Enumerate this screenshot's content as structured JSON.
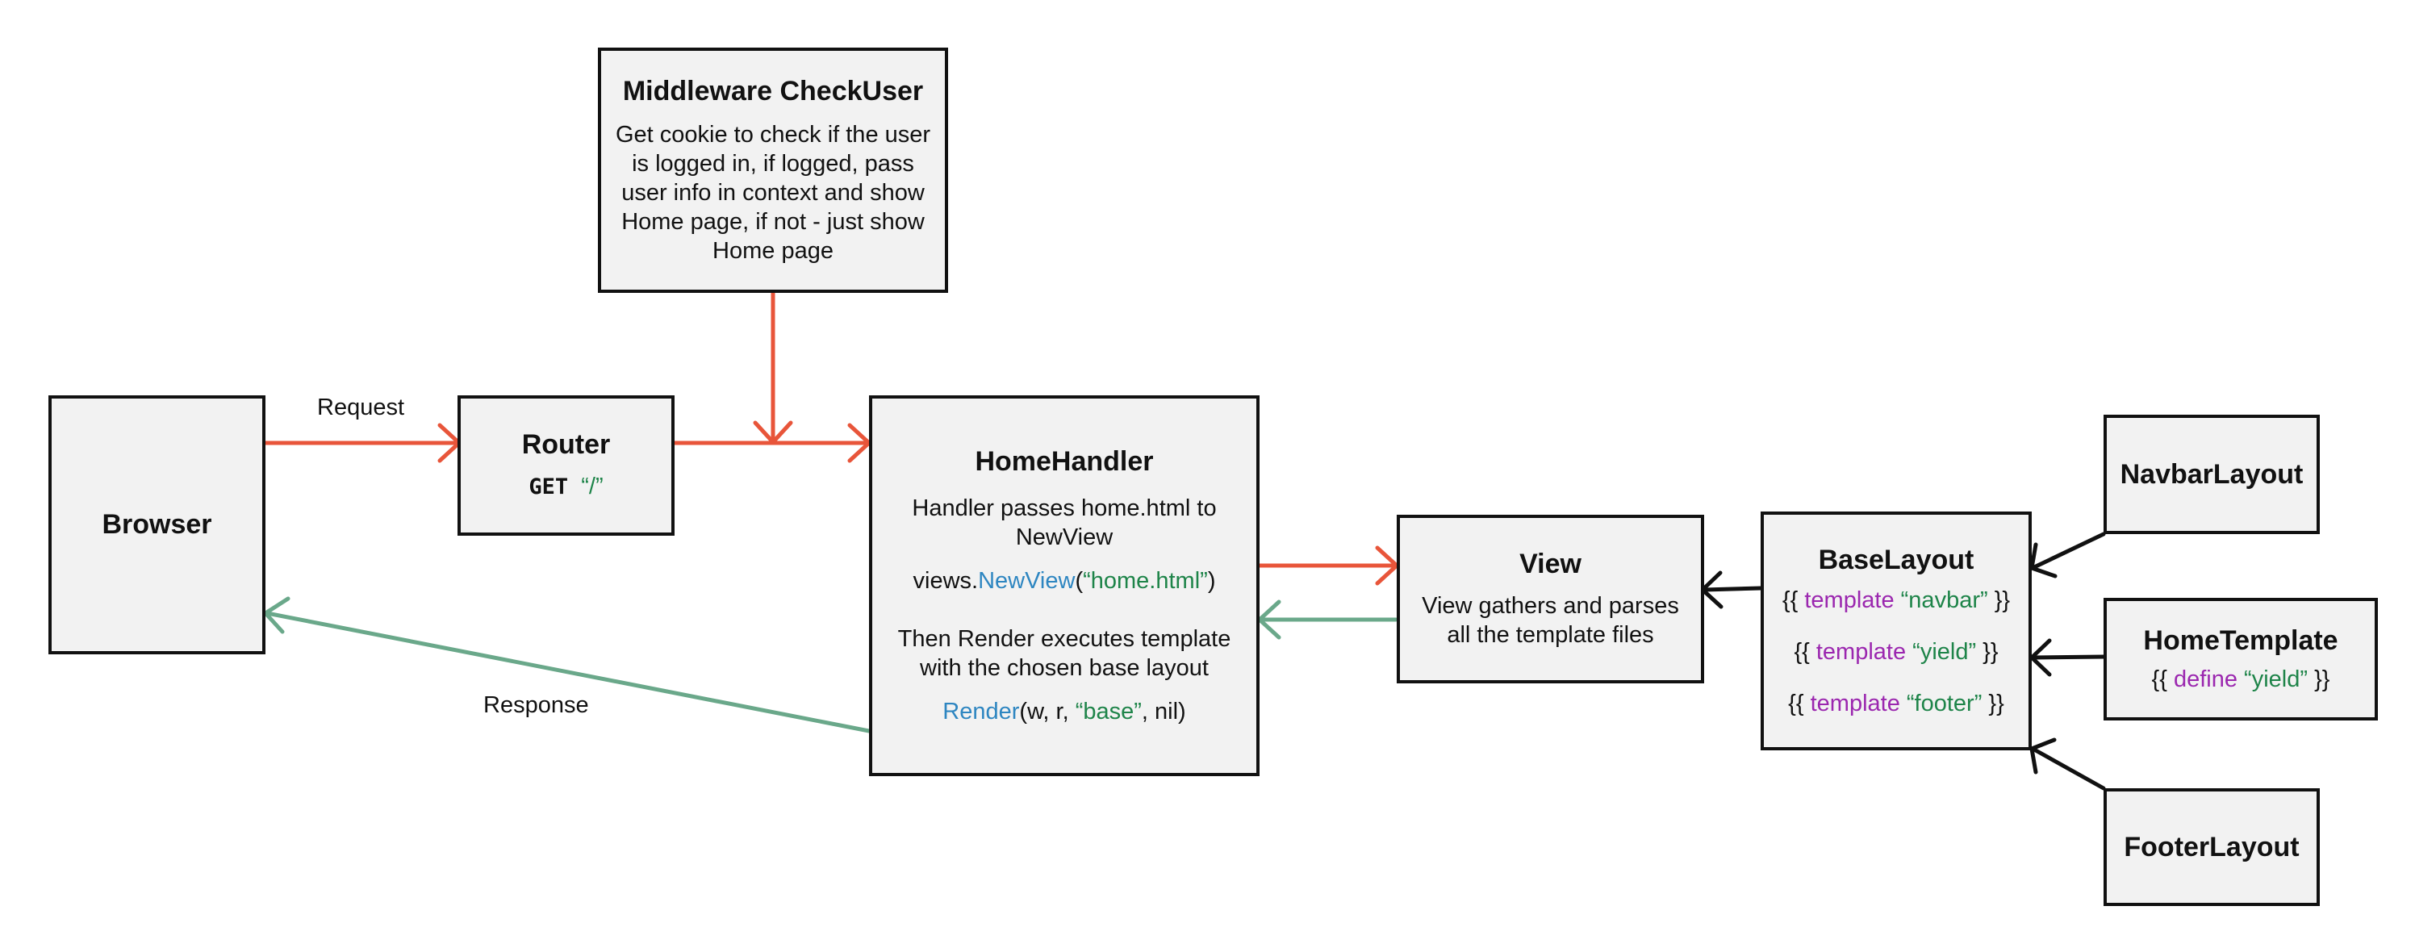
{
  "palette": {
    "box_fill": "#f2f2f2",
    "box_border": "#111111",
    "request_arrow": "#e8553a",
    "response_arrow": "#6aa88a",
    "function_color": "#2e86c1",
    "string_color": "#1e8449",
    "keyword_color": "#9b27af"
  },
  "nodes": {
    "browser": {
      "title": "Browser"
    },
    "router": {
      "title": "Router",
      "method": "GET",
      "path": "“/”"
    },
    "middleware": {
      "title": "Middleware CheckUser",
      "description": "Get cookie to check if the user is logged in, if logged, pass user info in context and show Home page, if not - just show Home page"
    },
    "homehandler": {
      "title": "HomeHandler",
      "text1": "Handler passes home.html to NewView",
      "call1": {
        "obj": "views.",
        "fn": "NewView",
        "open": "(",
        "arg": "“home.html”",
        "close": ")"
      },
      "text2": "Then Render executes template with the chosen base layout",
      "call2": {
        "fn": "Render",
        "args1": "(w,  r, ",
        "arg": "“base”",
        "args2": ", nil)"
      }
    },
    "view": {
      "title": "View",
      "description": "View gathers and parses all the template files"
    },
    "baselayout": {
      "title": "BaseLayout",
      "lines": [
        {
          "open": "{{ ",
          "kw": "template",
          "arg": " “navbar”",
          "close": " }}"
        },
        {
          "open": "{{ ",
          "kw": "template",
          "arg": " “yield”",
          "close": " }}"
        },
        {
          "open": "{{ ",
          "kw": "template",
          "arg": " “footer”",
          "close": " }}"
        }
      ]
    },
    "navbarlayout": {
      "title": "NavbarLayout"
    },
    "hometemplate": {
      "title": "HomeTemplate",
      "line": {
        "open": "{{ ",
        "kw": "define",
        "arg": " “yield”",
        "close": " }}"
      }
    },
    "footerlayout": {
      "title": "FooterLayout"
    }
  },
  "edges": {
    "request": {
      "label": "Request"
    },
    "response": {
      "label": "Response"
    }
  }
}
